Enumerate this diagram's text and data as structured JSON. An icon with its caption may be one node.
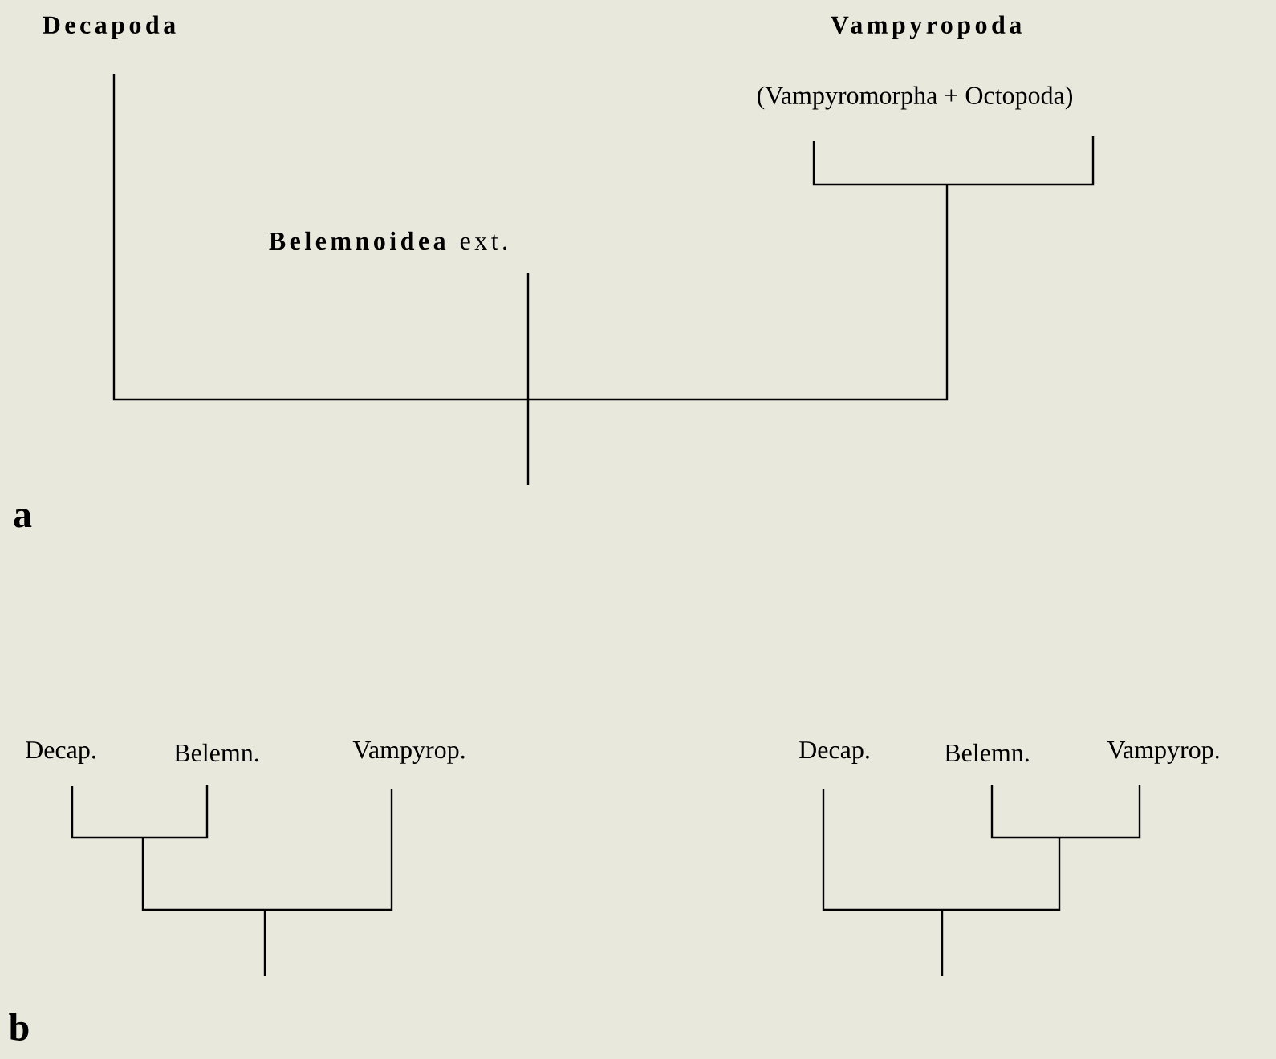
{
  "diagram": {
    "nodes": [
      {
        "text": [
          "Decapoda"
        ]
      },
      {
        "text": [
          "Vampyropoda",
          "(Vampyromorpha + Octopoda)"
        ]
      },
      {
        "text": [
          "**Belemnoidea** ext."
        ]
      },
      {
        "text": [
          "Decap."
        ]
      },
      {
        "text": [
          "Belemn."
        ]
      },
      {
        "text": [
          "Vampyrop."
        ]
      },
      {
        "text": [
          "Decap."
        ]
      },
      {
        "text": [
          "Belemn."
        ]
      },
      {
        "text": [
          "Vampyrop."
        ]
      }
    ],
    "labels": [
      "a",
      "b"
    ]
  }
}
